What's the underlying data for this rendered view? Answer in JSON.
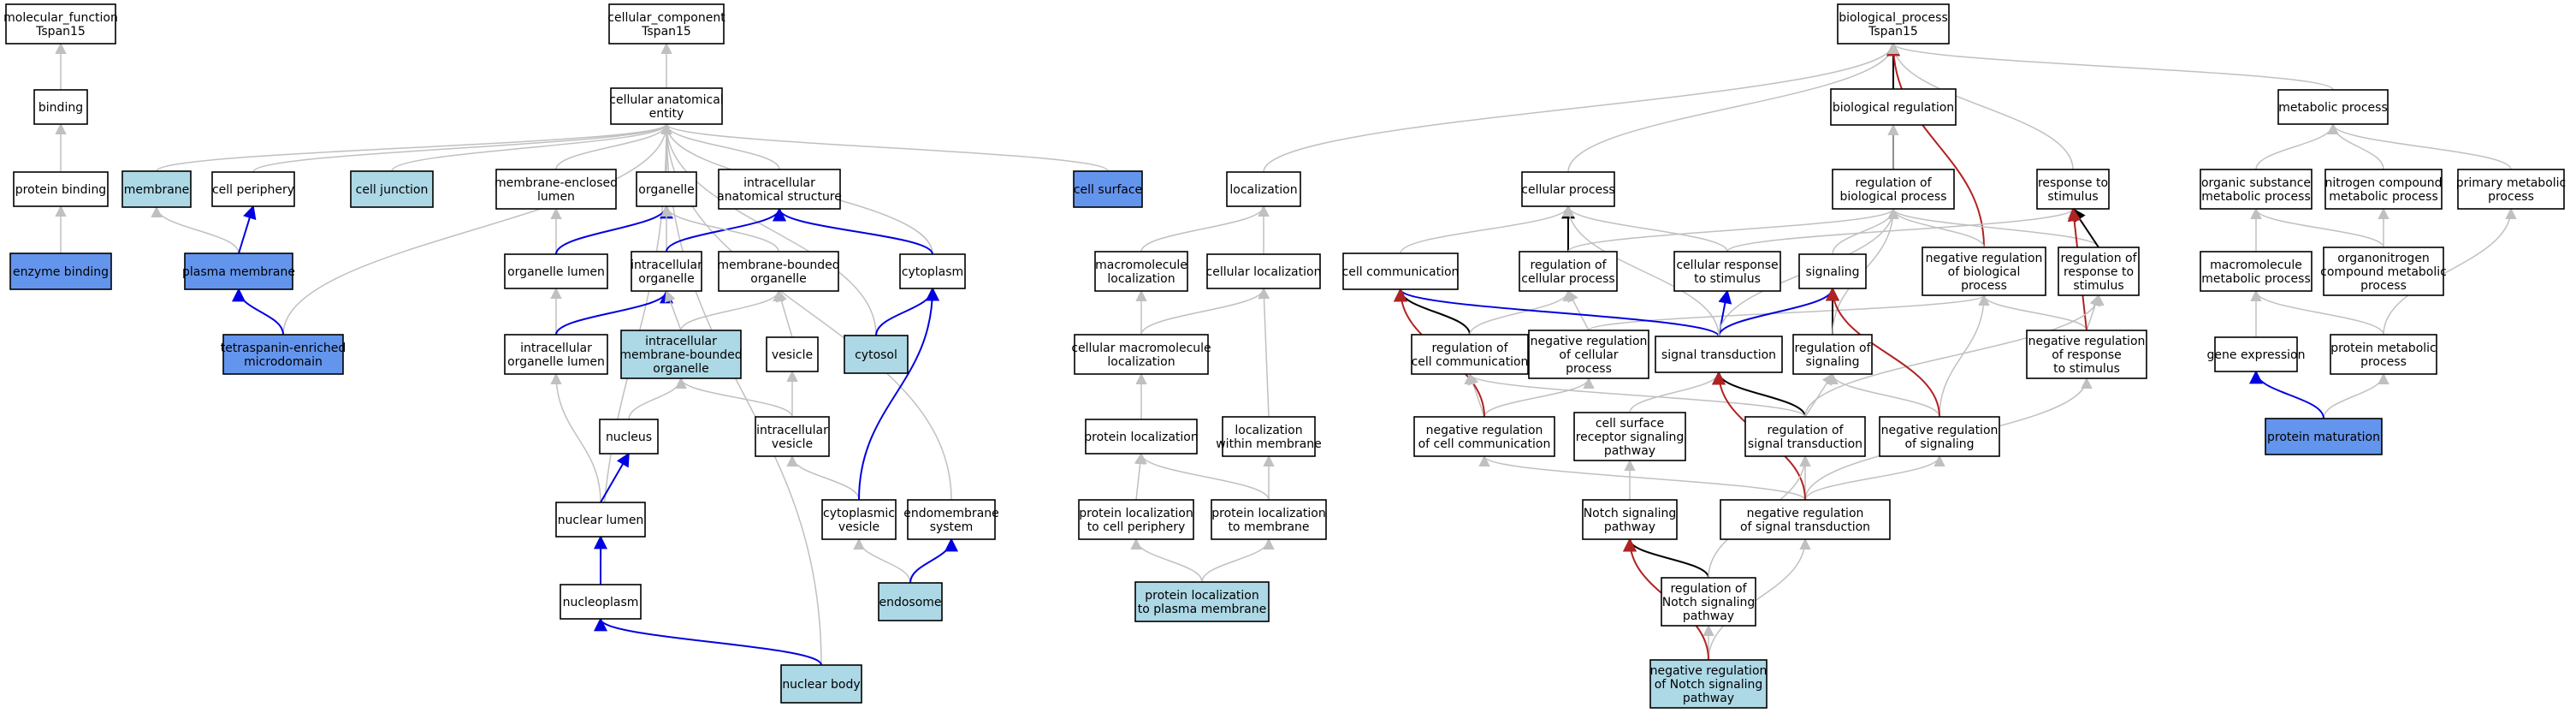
{
  "colors": {
    "plain": "#ffffff",
    "light": "#add8e6",
    "blue": "#6495ed",
    "is_a": "#c0c0c0",
    "part_of": "#c0c0c0",
    "positively_regulates": "#000000",
    "regulates": "#0000e0",
    "negatively_regulates": "#b22222"
  },
  "nodes": [
    {
      "id": "mf_root",
      "lines": [
        "molecular_function",
        "Tspan15"
      ],
      "fill": "plain"
    },
    {
      "id": "binding",
      "lines": [
        "binding"
      ],
      "fill": "plain"
    },
    {
      "id": "protein_binding",
      "lines": [
        "protein binding"
      ],
      "fill": "plain"
    },
    {
      "id": "enzyme_binding",
      "lines": [
        "enzyme binding"
      ],
      "fill": "blue"
    },
    {
      "id": "cc_root",
      "lines": [
        "cellular_component",
        "Tspan15"
      ],
      "fill": "plain"
    },
    {
      "id": "cae",
      "lines": [
        "cellular anatomical",
        "entity"
      ],
      "fill": "plain"
    },
    {
      "id": "membrane",
      "lines": [
        "membrane"
      ],
      "fill": "light"
    },
    {
      "id": "cell_periphery",
      "lines": [
        "cell periphery"
      ],
      "fill": "plain"
    },
    {
      "id": "cell_junction",
      "lines": [
        "cell junction"
      ],
      "fill": "light"
    },
    {
      "id": "plasma_membrane",
      "lines": [
        "plasma membrane"
      ],
      "fill": "blue"
    },
    {
      "id": "tem",
      "lines": [
        "tetraspanin-enriched",
        "microdomain"
      ],
      "fill": "blue"
    },
    {
      "id": "mel",
      "lines": [
        "membrane-enclosed",
        "lumen"
      ],
      "fill": "plain"
    },
    {
      "id": "organelle",
      "lines": [
        "organelle"
      ],
      "fill": "plain"
    },
    {
      "id": "ias",
      "lines": [
        "intracellular",
        "anatomical structure"
      ],
      "fill": "plain"
    },
    {
      "id": "cell_surface",
      "lines": [
        "cell surface"
      ],
      "fill": "blue"
    },
    {
      "id": "organelle_lumen",
      "lines": [
        "organelle lumen"
      ],
      "fill": "plain"
    },
    {
      "id": "io",
      "lines": [
        "intracellular",
        "organelle"
      ],
      "fill": "plain"
    },
    {
      "id": "mbo",
      "lines": [
        "membrane-bounded",
        "organelle"
      ],
      "fill": "plain"
    },
    {
      "id": "cytoplasm",
      "lines": [
        "cytoplasm"
      ],
      "fill": "plain"
    },
    {
      "id": "iol",
      "lines": [
        "intracellular",
        "organelle lumen"
      ],
      "fill": "plain"
    },
    {
      "id": "imbo",
      "lines": [
        "intracellular",
        "membrane-bounded",
        "organelle"
      ],
      "fill": "light"
    },
    {
      "id": "vesicle",
      "lines": [
        "vesicle"
      ],
      "fill": "plain"
    },
    {
      "id": "cytosol",
      "lines": [
        "cytosol"
      ],
      "fill": "light"
    },
    {
      "id": "nucleus",
      "lines": [
        "nucleus"
      ],
      "fill": "plain"
    },
    {
      "id": "iv",
      "lines": [
        "intracellular",
        "vesicle"
      ],
      "fill": "plain"
    },
    {
      "id": "nuclear_lumen",
      "lines": [
        "nuclear lumen"
      ],
      "fill": "plain"
    },
    {
      "id": "cv",
      "lines": [
        "cytoplasmic",
        "vesicle"
      ],
      "fill": "plain"
    },
    {
      "id": "es",
      "lines": [
        "endomembrane",
        "system"
      ],
      "fill": "plain"
    },
    {
      "id": "nucleoplasm",
      "lines": [
        "nucleoplasm"
      ],
      "fill": "plain"
    },
    {
      "id": "endosome",
      "lines": [
        "endosome"
      ],
      "fill": "light"
    },
    {
      "id": "nuclear_body",
      "lines": [
        "nuclear body"
      ],
      "fill": "light"
    },
    {
      "id": "localization",
      "lines": [
        "localization"
      ],
      "fill": "plain"
    },
    {
      "id": "ml",
      "lines": [
        "macromolecule",
        "localization"
      ],
      "fill": "plain"
    },
    {
      "id": "cl",
      "lines": [
        "cellular localization"
      ],
      "fill": "plain"
    },
    {
      "id": "cml",
      "lines": [
        "cellular macromolecule",
        "localization"
      ],
      "fill": "plain"
    },
    {
      "id": "pl",
      "lines": [
        "protein localization"
      ],
      "fill": "plain"
    },
    {
      "id": "lwm",
      "lines": [
        "localization",
        "within membrane"
      ],
      "fill": "plain"
    },
    {
      "id": "pltcp",
      "lines": [
        "protein localization",
        "to cell periphery"
      ],
      "fill": "plain"
    },
    {
      "id": "pltm",
      "lines": [
        "protein localization",
        "to membrane"
      ],
      "fill": "plain"
    },
    {
      "id": "pltpm",
      "lines": [
        "protein localization",
        "to plasma membrane"
      ],
      "fill": "light"
    },
    {
      "id": "bp_root",
      "lines": [
        "biological_process",
        "Tspan15"
      ],
      "fill": "plain"
    },
    {
      "id": "cellular_process",
      "lines": [
        "cellular process"
      ],
      "fill": "plain"
    },
    {
      "id": "bio_reg",
      "lines": [
        "biological regulation"
      ],
      "fill": "plain"
    },
    {
      "id": "metabolic_process",
      "lines": [
        "metabolic process"
      ],
      "fill": "plain"
    },
    {
      "id": "rbp",
      "lines": [
        "regulation of",
        "biological process"
      ],
      "fill": "plain"
    },
    {
      "id": "rts",
      "lines": [
        "response to",
        "stimulus"
      ],
      "fill": "plain"
    },
    {
      "id": "osmp",
      "lines": [
        "organic substance",
        "metabolic process"
      ],
      "fill": "plain"
    },
    {
      "id": "ncmp",
      "lines": [
        "nitrogen compound",
        "metabolic process"
      ],
      "fill": "plain"
    },
    {
      "id": "pmp",
      "lines": [
        "primary metabolic",
        "process"
      ],
      "fill": "plain"
    },
    {
      "id": "cell_comm",
      "lines": [
        "cell communication"
      ],
      "fill": "plain"
    },
    {
      "id": "rcp",
      "lines": [
        "regulation of",
        "cellular process"
      ],
      "fill": "plain"
    },
    {
      "id": "crs",
      "lines": [
        "cellular response",
        "to stimulus"
      ],
      "fill": "plain"
    },
    {
      "id": "signaling",
      "lines": [
        "signaling"
      ],
      "fill": "plain"
    },
    {
      "id": "nrbp",
      "lines": [
        "negative regulation",
        "of biological",
        "process"
      ],
      "fill": "plain"
    },
    {
      "id": "rrs",
      "lines": [
        "regulation of",
        "response to",
        "stimulus"
      ],
      "fill": "plain"
    },
    {
      "id": "mmp",
      "lines": [
        "macromolecule",
        "metabolic process"
      ],
      "fill": "plain"
    },
    {
      "id": "ocmp",
      "lines": [
        "organonitrogen",
        "compound metabolic",
        "process"
      ],
      "fill": "plain"
    },
    {
      "id": "rcc",
      "lines": [
        "regulation of",
        "cell communication"
      ],
      "fill": "plain"
    },
    {
      "id": "nrcp",
      "lines": [
        "negative regulation",
        "of cellular",
        "process"
      ],
      "fill": "plain"
    },
    {
      "id": "st",
      "lines": [
        "signal transduction"
      ],
      "fill": "plain"
    },
    {
      "id": "ros",
      "lines": [
        "regulation of",
        "signaling"
      ],
      "fill": "plain"
    },
    {
      "id": "nrrs",
      "lines": [
        "negative regulation",
        "of response",
        "to stimulus"
      ],
      "fill": "plain"
    },
    {
      "id": "ge",
      "lines": [
        "gene expression"
      ],
      "fill": "plain"
    },
    {
      "id": "protmp",
      "lines": [
        "protein metabolic",
        "process"
      ],
      "fill": "plain"
    },
    {
      "id": "nrcc",
      "lines": [
        "negative regulation",
        "of cell communication"
      ],
      "fill": "plain"
    },
    {
      "id": "csrsp",
      "lines": [
        "cell surface",
        "receptor signaling",
        "pathway"
      ],
      "fill": "plain"
    },
    {
      "id": "rst",
      "lines": [
        "regulation of",
        "signal transduction"
      ],
      "fill": "plain"
    },
    {
      "id": "nros",
      "lines": [
        "negative regulation",
        "of signaling"
      ],
      "fill": "plain"
    },
    {
      "id": "pm",
      "lines": [
        "protein maturation"
      ],
      "fill": "blue"
    },
    {
      "id": "nsp",
      "lines": [
        "Notch signaling",
        "pathway"
      ],
      "fill": "plain"
    },
    {
      "id": "nrst",
      "lines": [
        "negative regulation",
        "of signal transduction"
      ],
      "fill": "plain"
    },
    {
      "id": "rnsp",
      "lines": [
        "regulation of",
        "Notch signaling",
        "pathway"
      ],
      "fill": "plain"
    },
    {
      "id": "nrnsp",
      "lines": [
        "negative regulation",
        "of Notch signaling",
        "pathway"
      ],
      "fill": "light"
    }
  ],
  "edges": [
    {
      "from": "binding",
      "to": "mf_root",
      "type": "is_a"
    },
    {
      "from": "protein_binding",
      "to": "binding",
      "type": "is_a"
    },
    {
      "from": "enzyme_binding",
      "to": "protein_binding",
      "type": "is_a"
    },
    {
      "from": "cae",
      "to": "cc_root",
      "type": "is_a"
    },
    {
      "from": "membrane",
      "to": "cae",
      "type": "is_a"
    },
    {
      "from": "cell_periphery",
      "to": "cae",
      "type": "is_a"
    },
    {
      "from": "cell_junction",
      "to": "cae",
      "type": "is_a"
    },
    {
      "from": "mel",
      "to": "cae",
      "type": "is_a"
    },
    {
      "from": "organelle",
      "to": "cae",
      "type": "is_a"
    },
    {
      "from": "ias",
      "to": "cae",
      "type": "is_a"
    },
    {
      "from": "cell_surface",
      "to": "cae",
      "type": "is_a"
    },
    {
      "from": "cytoplasm",
      "to": "cae",
      "type": "is_a"
    },
    {
      "from": "cytosol",
      "to": "cae",
      "type": "is_a"
    },
    {
      "from": "tem",
      "to": "cae",
      "type": "is_a"
    },
    {
      "from": "nucleoplasm",
      "to": "cae",
      "type": "is_a"
    },
    {
      "from": "es",
      "to": "cae",
      "type": "is_a"
    },
    {
      "from": "nuclear_body",
      "to": "cae",
      "type": "is_a"
    },
    {
      "from": "plasma_membrane",
      "to": "membrane",
      "type": "is_a"
    },
    {
      "from": "plasma_membrane",
      "to": "cell_periphery",
      "type": "regulates"
    },
    {
      "from": "tem",
      "to": "plasma_membrane",
      "type": "regulates"
    },
    {
      "from": "organelle_lumen",
      "to": "mel",
      "type": "is_a"
    },
    {
      "from": "organelle_lumen",
      "to": "organelle",
      "type": "regulates"
    },
    {
      "from": "io",
      "to": "organelle",
      "type": "is_a"
    },
    {
      "from": "io",
      "to": "ias",
      "type": "regulates"
    },
    {
      "from": "mbo",
      "to": "organelle",
      "type": "is_a"
    },
    {
      "from": "cytoplasm",
      "to": "ias",
      "type": "regulates"
    },
    {
      "from": "iol",
      "to": "organelle_lumen",
      "type": "is_a"
    },
    {
      "from": "iol",
      "to": "io",
      "type": "regulates"
    },
    {
      "from": "imbo",
      "to": "io",
      "type": "is_a"
    },
    {
      "from": "imbo",
      "to": "mbo",
      "type": "is_a"
    },
    {
      "from": "vesicle",
      "to": "mbo",
      "type": "is_a"
    },
    {
      "from": "cytosol",
      "to": "cytoplasm",
      "type": "regulates"
    },
    {
      "from": "nucleus",
      "to": "imbo",
      "type": "is_a"
    },
    {
      "from": "iv",
      "to": "imbo",
      "type": "is_a"
    },
    {
      "from": "iv",
      "to": "vesicle",
      "type": "is_a"
    },
    {
      "from": "nuclear_lumen",
      "to": "iol",
      "type": "is_a"
    },
    {
      "from": "nuclear_lumen",
      "to": "nucleus",
      "type": "regulates"
    },
    {
      "from": "cv",
      "to": "iv",
      "type": "is_a"
    },
    {
      "from": "cv",
      "to": "cytoplasm",
      "type": "regulates"
    },
    {
      "from": "nucleoplasm",
      "to": "nuclear_lumen",
      "type": "regulates"
    },
    {
      "from": "endosome",
      "to": "cv",
      "type": "is_a"
    },
    {
      "from": "endosome",
      "to": "es",
      "type": "regulates"
    },
    {
      "from": "nuclear_body",
      "to": "nucleoplasm",
      "type": "regulates"
    },
    {
      "from": "localization",
      "to": "bp_root",
      "type": "is_a"
    },
    {
      "from": "ml",
      "to": "localization",
      "type": "is_a"
    },
    {
      "from": "cl",
      "to": "localization",
      "type": "is_a"
    },
    {
      "from": "cml",
      "to": "ml",
      "type": "is_a"
    },
    {
      "from": "cml",
      "to": "cl",
      "type": "is_a"
    },
    {
      "from": "pl",
      "to": "cml",
      "type": "is_a"
    },
    {
      "from": "lwm",
      "to": "cl",
      "type": "is_a"
    },
    {
      "from": "pltcp",
      "to": "pl",
      "type": "is_a"
    },
    {
      "from": "pltm",
      "to": "pl",
      "type": "is_a"
    },
    {
      "from": "pltm",
      "to": "lwm",
      "type": "is_a"
    },
    {
      "from": "pltpm",
      "to": "pltcp",
      "type": "is_a"
    },
    {
      "from": "pltpm",
      "to": "pltm",
      "type": "is_a"
    },
    {
      "from": "cellular_process",
      "to": "bp_root",
      "type": "is_a"
    },
    {
      "from": "bio_reg",
      "to": "bp_root",
      "type": "is_a"
    },
    {
      "from": "rbp",
      "to": "bp_root",
      "type": "positively_regulates"
    },
    {
      "from": "rts",
      "to": "bp_root",
      "type": "is_a"
    },
    {
      "from": "nrbp",
      "to": "bp_root",
      "type": "negatively_regulates"
    },
    {
      "from": "metabolic_process",
      "to": "bp_root",
      "type": "is_a"
    },
    {
      "from": "rbp",
      "to": "bio_reg",
      "type": "is_a"
    },
    {
      "from": "osmp",
      "to": "metabolic_process",
      "type": "is_a"
    },
    {
      "from": "ncmp",
      "to": "metabolic_process",
      "type": "is_a"
    },
    {
      "from": "pmp",
      "to": "metabolic_process",
      "type": "is_a"
    },
    {
      "from": "cell_comm",
      "to": "cellular_process",
      "type": "is_a"
    },
    {
      "from": "rcp",
      "to": "cellular_process",
      "type": "positively_regulates"
    },
    {
      "from": "rcp",
      "to": "rbp",
      "type": "is_a"
    },
    {
      "from": "crs",
      "to": "rts",
      "type": "is_a"
    },
    {
      "from": "crs",
      "to": "cellular_process",
      "type": "is_a"
    },
    {
      "from": "signaling",
      "to": "rbp",
      "type": "is_a"
    },
    {
      "from": "nrbp",
      "to": "rbp",
      "type": "is_a"
    },
    {
      "from": "rrs",
      "to": "rbp",
      "type": "is_a"
    },
    {
      "from": "rrs",
      "to": "rts",
      "type": "positively_regulates"
    },
    {
      "from": "mmp",
      "to": "osmp",
      "type": "is_a"
    },
    {
      "from": "ocmp",
      "to": "osmp",
      "type": "is_a"
    },
    {
      "from": "ocmp",
      "to": "ncmp",
      "type": "is_a"
    },
    {
      "from": "rcc",
      "to": "cell_comm",
      "type": "positively_regulates"
    },
    {
      "from": "rcc",
      "to": "rcp",
      "type": "is_a"
    },
    {
      "from": "nrcp",
      "to": "rcp",
      "type": "is_a"
    },
    {
      "from": "nrcp",
      "to": "nrbp",
      "type": "is_a"
    },
    {
      "from": "st",
      "to": "cell_comm",
      "type": "regulates"
    },
    {
      "from": "st",
      "to": "crs",
      "type": "regulates"
    },
    {
      "from": "st",
      "to": "signaling",
      "type": "regulates"
    },
    {
      "from": "st",
      "to": "cellular_process",
      "type": "is_a"
    },
    {
      "from": "st",
      "to": "rbp",
      "type": "is_a"
    },
    {
      "from": "ros",
      "to": "signaling",
      "type": "positively_regulates"
    },
    {
      "from": "ros",
      "to": "rbp",
      "type": "is_a"
    },
    {
      "from": "nrrs",
      "to": "rrs",
      "type": "is_a"
    },
    {
      "from": "nrrs",
      "to": "nrbp",
      "type": "is_a"
    },
    {
      "from": "nrrs",
      "to": "rts",
      "type": "negatively_regulates"
    },
    {
      "from": "ge",
      "to": "mmp",
      "type": "is_a"
    },
    {
      "from": "protmp",
      "to": "mmp",
      "type": "is_a"
    },
    {
      "from": "protmp",
      "to": "pmp",
      "type": "is_a"
    },
    {
      "from": "nrcc",
      "to": "rcc",
      "type": "is_a"
    },
    {
      "from": "nrcc",
      "to": "nrcp",
      "type": "is_a"
    },
    {
      "from": "nrcc",
      "to": "cell_comm",
      "type": "negatively_regulates"
    },
    {
      "from": "csrsp",
      "to": "st",
      "type": "is_a"
    },
    {
      "from": "rst",
      "to": "st",
      "type": "positively_regulates"
    },
    {
      "from": "rst",
      "to": "ros",
      "type": "is_a"
    },
    {
      "from": "rst",
      "to": "rrs",
      "type": "is_a"
    },
    {
      "from": "rst",
      "to": "rcc",
      "type": "is_a"
    },
    {
      "from": "nros",
      "to": "ros",
      "type": "is_a"
    },
    {
      "from": "nros",
      "to": "nrbp",
      "type": "is_a"
    },
    {
      "from": "nros",
      "to": "signaling",
      "type": "negatively_regulates"
    },
    {
      "from": "pm",
      "to": "protmp",
      "type": "is_a"
    },
    {
      "from": "pm",
      "to": "ge",
      "type": "regulates"
    },
    {
      "from": "nsp",
      "to": "csrsp",
      "type": "is_a"
    },
    {
      "from": "nrst",
      "to": "rst",
      "type": "is_a"
    },
    {
      "from": "nrst",
      "to": "nros",
      "type": "is_a"
    },
    {
      "from": "nrst",
      "to": "nrcc",
      "type": "is_a"
    },
    {
      "from": "nrst",
      "to": "nrrs",
      "type": "is_a"
    },
    {
      "from": "nrst",
      "to": "st",
      "type": "negatively_regulates"
    },
    {
      "from": "rnsp",
      "to": "nsp",
      "type": "positively_regulates"
    },
    {
      "from": "rnsp",
      "to": "rst",
      "type": "is_a"
    },
    {
      "from": "nrnsp",
      "to": "rnsp",
      "type": "is_a"
    },
    {
      "from": "nrnsp",
      "to": "nrst",
      "type": "is_a"
    },
    {
      "from": "nrnsp",
      "to": "nsp",
      "type": "negatively_regulates"
    }
  ]
}
